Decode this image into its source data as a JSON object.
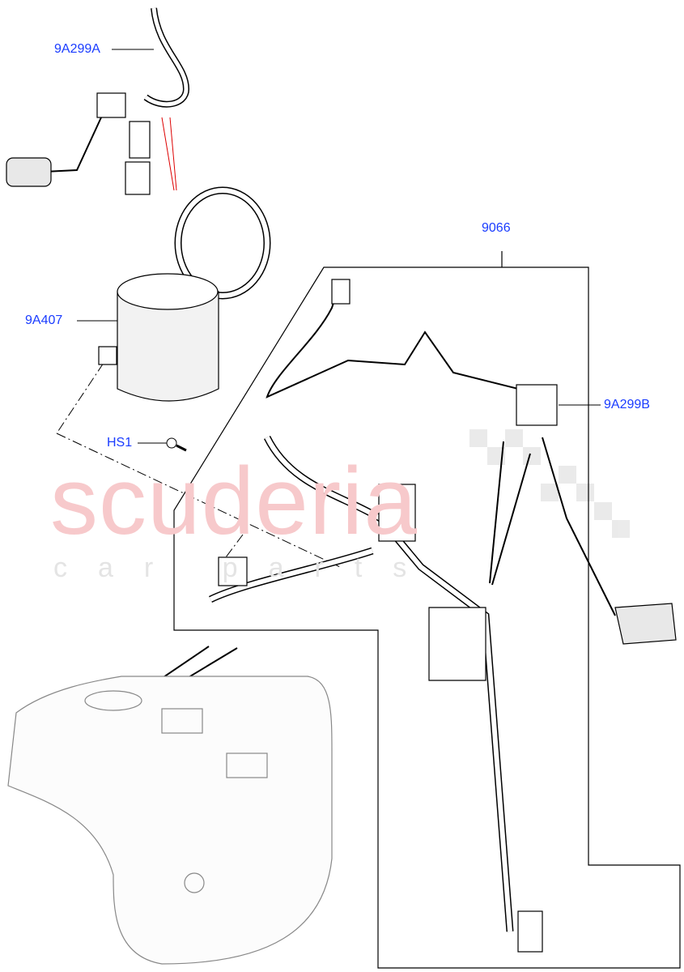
{
  "watermark": {
    "line1": "scuderia",
    "line2": "car parts"
  },
  "callouts": [
    {
      "id": "9A299A",
      "label": "9A299A"
    },
    {
      "id": "9066",
      "label": "9066"
    },
    {
      "id": "9A407",
      "label": "9A407"
    },
    {
      "id": "9A299B",
      "label": "9A299B"
    },
    {
      "id": "HS1",
      "label": "HS1"
    }
  ],
  "colors": {
    "callout": "#1a3cff",
    "watermark": "#f7c9cb",
    "linework": "#000000"
  }
}
